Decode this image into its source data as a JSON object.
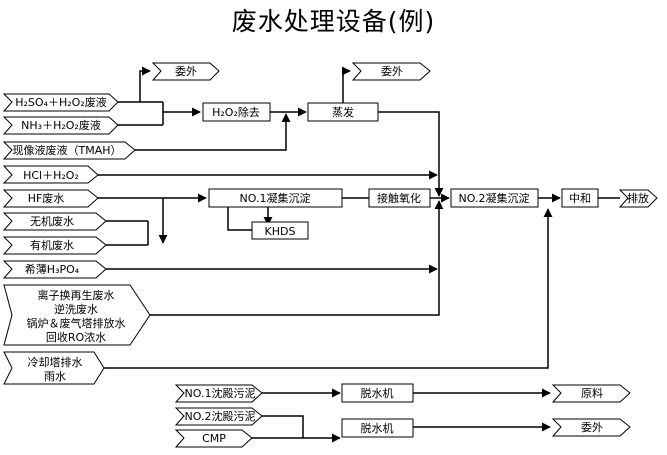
{
  "title": "废水处理设备(例)",
  "inputs": {
    "h2so4": "H₂SO₄＋H₂O₂废液",
    "nh3": "NH₃＋H₂O₂废液",
    "tmah": "现像液废液（TMAH）",
    "hcl": "HCl＋H₂O₂",
    "hf": "HF废水",
    "inorganic": "无机废水",
    "organic": "有机废水",
    "h3po4": "希薄H₃PO₄",
    "ion": [
      "离子换再生废水",
      "逆洗废水",
      "锅炉＆废气塔排放水",
      "回收RO浓水"
    ],
    "cooling": [
      "冷却塔排水",
      "雨水"
    ]
  },
  "processes": {
    "h2o2_removal": "H₂O₂除去",
    "evaporation": "蒸发",
    "no1_coag": "NO.1凝集沉淀",
    "khds": "KHDS",
    "contact_ox": "接触氧化",
    "no2_coag": "NO.2凝集沉淀",
    "neutralize": "中和",
    "dewater1": "脱水机",
    "dewater2": "脱水机"
  },
  "outputs": {
    "outsource1": "委外",
    "outsource2": "委外",
    "discharge": "排放",
    "raw_material": "原料",
    "outsource3": "委外"
  },
  "sludge": {
    "no1": "NO.1沈殿污泥",
    "no2": "NO.2沈殿污泥",
    "cmp": "CMP"
  }
}
